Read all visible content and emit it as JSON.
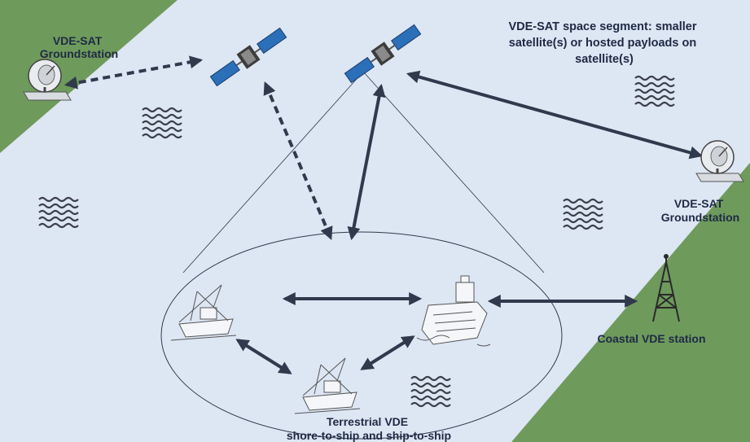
{
  "labels": {
    "groundstation_left": [
      "VDE-SAT",
      "Groundstation"
    ],
    "groundstation_right": [
      "VDE-SAT",
      "Groundstation"
    ],
    "space_segment": [
      "VDE-SAT space segment: smaller",
      "satellite(s) or hosted payloads on",
      "satellite(s)"
    ],
    "coastal_station": "Coastal VDE station",
    "terrestrial": [
      "Terrestrial VDE",
      "shore-to-ship and ship-to-ship"
    ]
  },
  "colors": {
    "sea": "#dde6f3",
    "land": "#6e9a5c",
    "arrow": "#2f3a4c",
    "text": "#1f2a44"
  },
  "links": [
    {
      "from": "groundstation-left",
      "to": "satellite-left",
      "style": "dashed"
    },
    {
      "from": "satellite-left",
      "to": "terrestrial-zone",
      "style": "dashed"
    },
    {
      "from": "satellite-right",
      "to": "terrestrial-zone",
      "style": "solid"
    },
    {
      "from": "satellite-right",
      "to": "groundstation-right",
      "style": "solid"
    },
    {
      "from": "fishing-boat-left",
      "to": "cargo-ship",
      "style": "solid"
    },
    {
      "from": "fishing-boat-left",
      "to": "fishing-boat-bottom",
      "style": "solid"
    },
    {
      "from": "fishing-boat-bottom",
      "to": "cargo-ship",
      "style": "solid"
    },
    {
      "from": "cargo-ship",
      "to": "coastal-station",
      "style": "solid"
    }
  ]
}
